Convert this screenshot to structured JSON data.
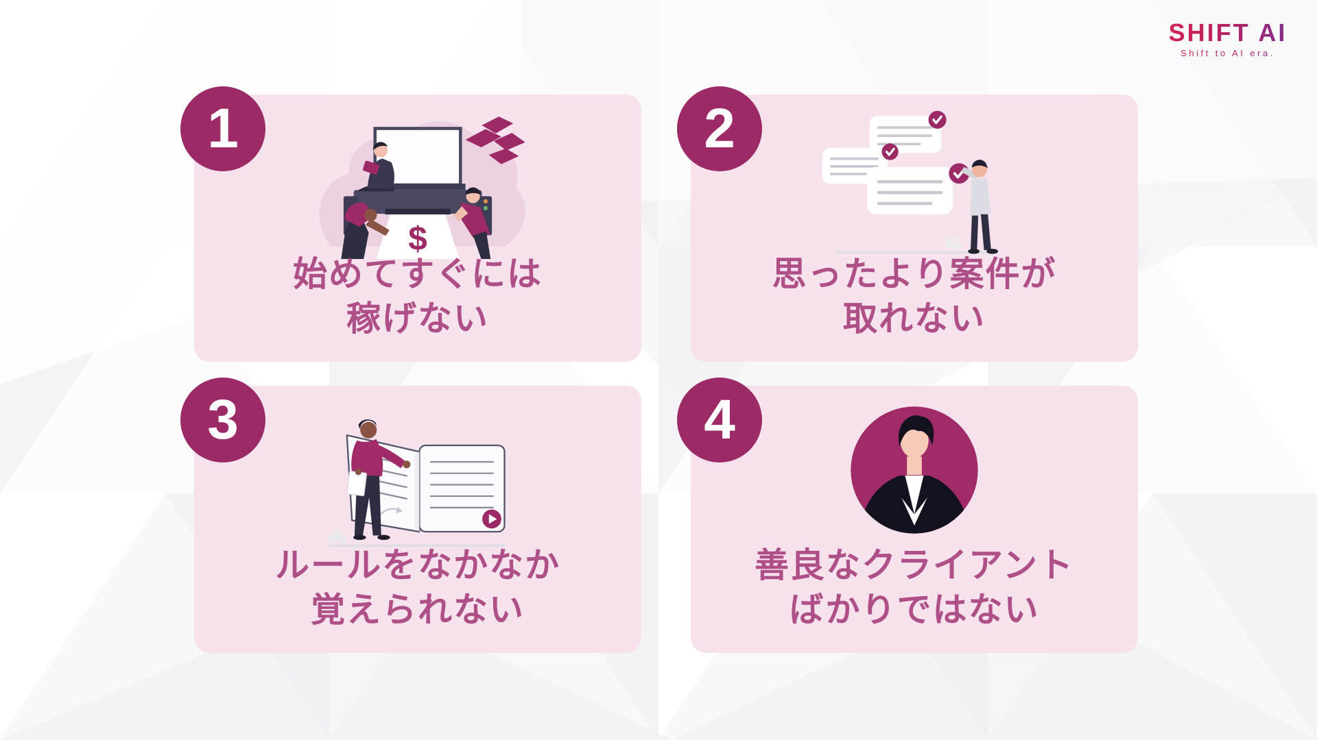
{
  "logo": {
    "brand": "SHIFT AI",
    "tagline": "Shift to AI era."
  },
  "colors": {
    "accent": "#9c2a66",
    "card_background": "#f5e2ec",
    "caption_text": "#af4f87",
    "badge_background": "#9c2a66",
    "badge_text": "#ffffff",
    "logo_gradient_start": "#d8224e",
    "logo_gradient_end": "#7a2f90"
  },
  "cards": [
    {
      "number": "1",
      "line1": "始めてすぐには",
      "line2": "稼げない",
      "illustration": "money-printer-illustration"
    },
    {
      "number": "2",
      "line1": "思ったより案件が",
      "line2": "取れない",
      "illustration": "chat-approvals-illustration"
    },
    {
      "number": "3",
      "line1": "ルールをなかなか",
      "line2": "覚えられない",
      "illustration": "reading-rulebook-illustration"
    },
    {
      "number": "4",
      "line1": "善良なクライアント",
      "line2": "ばかりではない",
      "illustration": "client-avatar-illustration"
    }
  ]
}
